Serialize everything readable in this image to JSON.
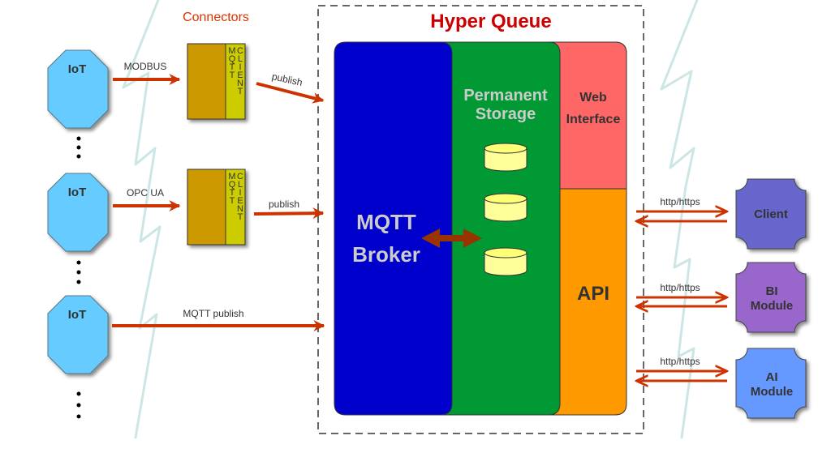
{
  "title": "Hyper Queue",
  "connectors_label": "Connectors",
  "colors": {
    "title": "#cc0000",
    "connectors": "#dd3300",
    "arrow": "#cc3300",
    "iot": "#66ccff",
    "connector_body": "#cc9900",
    "mqtt_client": "#cccc00",
    "broker": "#0000cc",
    "storage": "#009933",
    "web_interface": "#ff6666",
    "api": "#ff9900",
    "db": "#ffff99",
    "bidir_arrow": "#993300",
    "client": "#6666cc",
    "bi_module": "#9966cc",
    "ai_module": "#6699ff",
    "lightning": "#cce5e5",
    "boundary": "#666666"
  },
  "iot_devices": [
    {
      "label": "IoT",
      "protocol": "MODBUS",
      "via_connector": true
    },
    {
      "label": "IoT",
      "protocol": "OPC UA",
      "via_connector": true
    },
    {
      "label": "IoT",
      "protocol": "MQTT publish",
      "via_connector": false
    }
  ],
  "connectors": [
    {
      "client_label_col1": "MQTT",
      "client_label_col2": "CLIENT",
      "output": "publish"
    },
    {
      "client_label_col1": "MQTT",
      "client_label_col2": "CLIENT",
      "output": "publish"
    }
  ],
  "hyper_queue": {
    "broker": {
      "line1": "MQTT",
      "line2": "Broker"
    },
    "storage": {
      "line1": "Permanent",
      "line2": "Storage",
      "db_count": 3
    },
    "web_interface": {
      "line1": "Web",
      "line2": "Interface"
    },
    "api": {
      "label": "API"
    }
  },
  "consumers": [
    {
      "line1": "Client",
      "line2": "",
      "protocol": "http/https"
    },
    {
      "line1": "BI",
      "line2": "Module",
      "protocol": "http/https"
    },
    {
      "line1": "AI",
      "line2": "Module",
      "protocol": "http/https"
    }
  ]
}
